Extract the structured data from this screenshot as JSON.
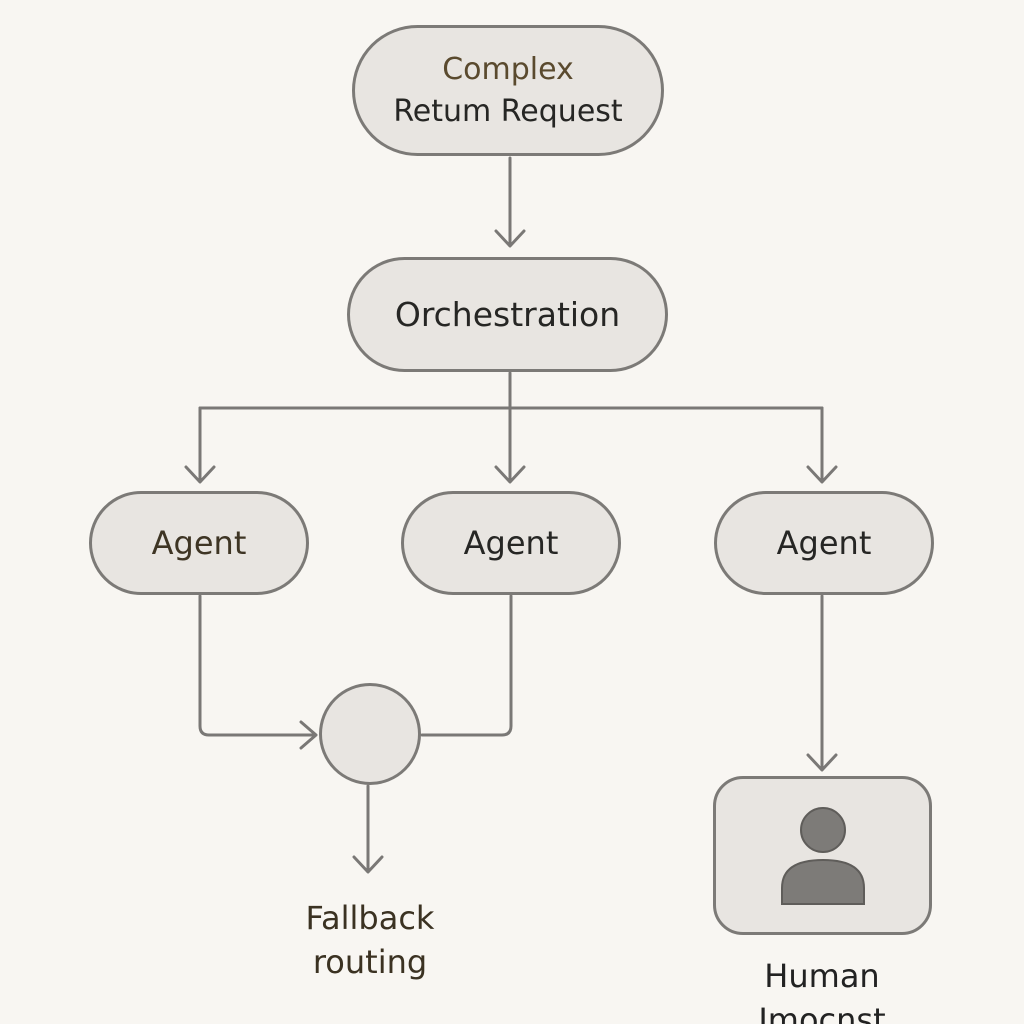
{
  "nodes": {
    "start": {
      "line1": "Complex",
      "line2": "Retum Request"
    },
    "orchestration": {
      "label": "Orchestration"
    },
    "agents": [
      {
        "label": "Agent"
      },
      {
        "label": "Agent"
      },
      {
        "label": "Agent"
      }
    ],
    "merge": {
      "icon": "merge-circle"
    },
    "human": {
      "icon": "person-icon"
    }
  },
  "labels": {
    "fallback": {
      "line1": "Fallback",
      "line2": "routing"
    },
    "human": {
      "line1": "Human",
      "line2": "Imocnst"
    }
  },
  "colors": {
    "background": "#f8f6f2",
    "node_fill": "#e8e5e1",
    "node_stroke": "#7c7a77",
    "edge": "#7a7876",
    "icon": "#7d7b78"
  }
}
